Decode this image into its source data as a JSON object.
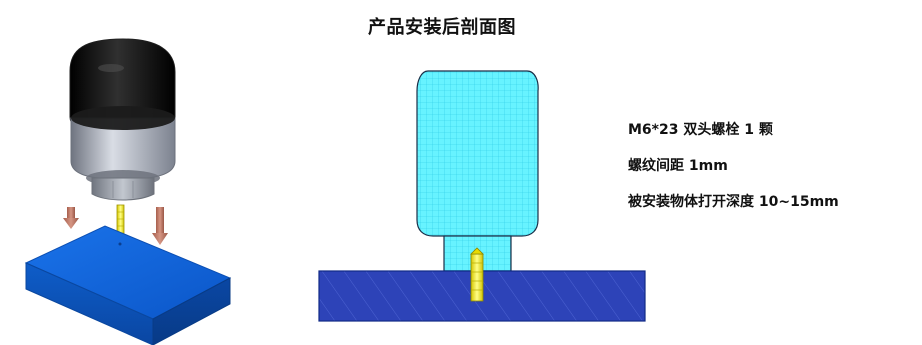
{
  "title": "产品安装后剖面图",
  "specs": [
    "M6*23 双头螺栓 1 颗",
    "螺纹间距 1mm",
    "被安装物体打开深度 10~15mm"
  ],
  "colors": {
    "cap_black": "#101010",
    "body_silver": "#a9aeb9",
    "mount_blue": "#0d57c9",
    "bolt_yellow": "#e0d400",
    "section_cyan": "#64f0ff",
    "section_plate_blue": "#2b3fb5",
    "arrow_brown": "#b76d5a"
  }
}
